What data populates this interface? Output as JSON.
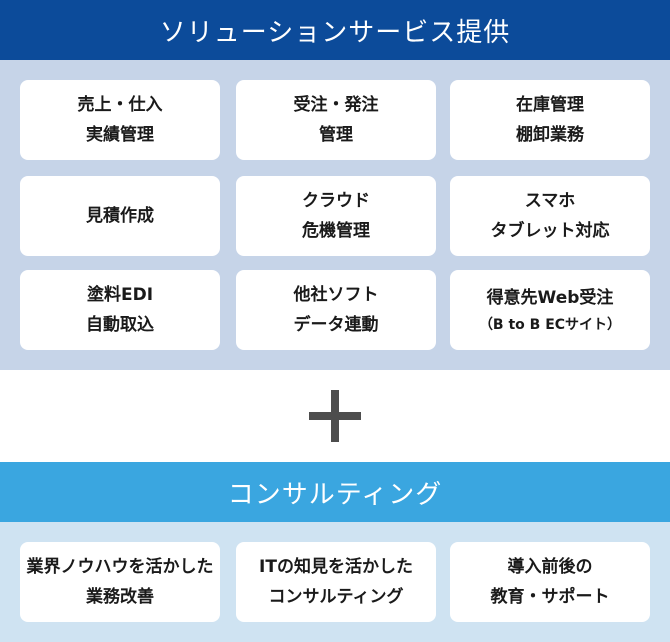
{
  "solutions": {
    "title": "ソリューションサービス提供",
    "cards": [
      {
        "line1": "売上・仕入",
        "line2": "実績管理"
      },
      {
        "line1": "受注・発注",
        "line2": "管理"
      },
      {
        "line1": "在庫管理",
        "line2": "棚卸業務"
      },
      {
        "line1": "見積作成"
      },
      {
        "line1": "クラウド",
        "line2": "危機管理"
      },
      {
        "line1": "スマホ",
        "line2": "タブレット対応"
      },
      {
        "line1": "塗料EDI",
        "line2": "自動取込"
      },
      {
        "line1": "他社ソフト",
        "line2": "データ連動"
      },
      {
        "line1": "得意先Web受注",
        "sub": "（B to B ECサイト）"
      }
    ]
  },
  "consulting": {
    "title": "コンサルティング",
    "cards": [
      {
        "line1": "業界ノウハウを活かした",
        "line2": "業務改善"
      },
      {
        "line1": "ITの知見を活かした",
        "line2": "コンサルティング"
      },
      {
        "line1": "導入前後の",
        "line2": "教育・サポート"
      }
    ]
  },
  "colors": {
    "solutions_header": "#0c4b9a",
    "solutions_panel": "#c6d4e8",
    "consulting_header": "#3aa6e0",
    "consulting_panel": "#cfe3f2"
  }
}
